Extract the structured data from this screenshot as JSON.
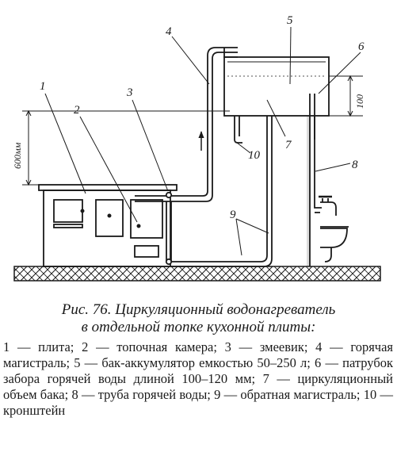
{
  "figure": {
    "labels": {
      "n1": "1",
      "n2": "2",
      "n3": "3",
      "n4": "4",
      "n5": "5",
      "n6": "6",
      "n7": "7",
      "n8": "8",
      "n9": "9",
      "n10": "10"
    },
    "dim_height": "600мм",
    "dim_nozzle": "100"
  },
  "caption": {
    "title_line1": "Рис. 76. Циркуляционный водонагреватель",
    "title_line2": "в отдельной топке кухонной плиты:",
    "legend": "1 — плита; 2 — топочная камера; 3 — змеевик; 4 — горячая магистраль; 5 — бак-аккумулятор емкостью 50–250 л; 6 — патрубок забора горячей воды длиной 100–120 мм; 7 — циркуляционный объем бака; 8 — труба горячей воды; 9 — обратная магистраль; 10 — кронштейн"
  }
}
